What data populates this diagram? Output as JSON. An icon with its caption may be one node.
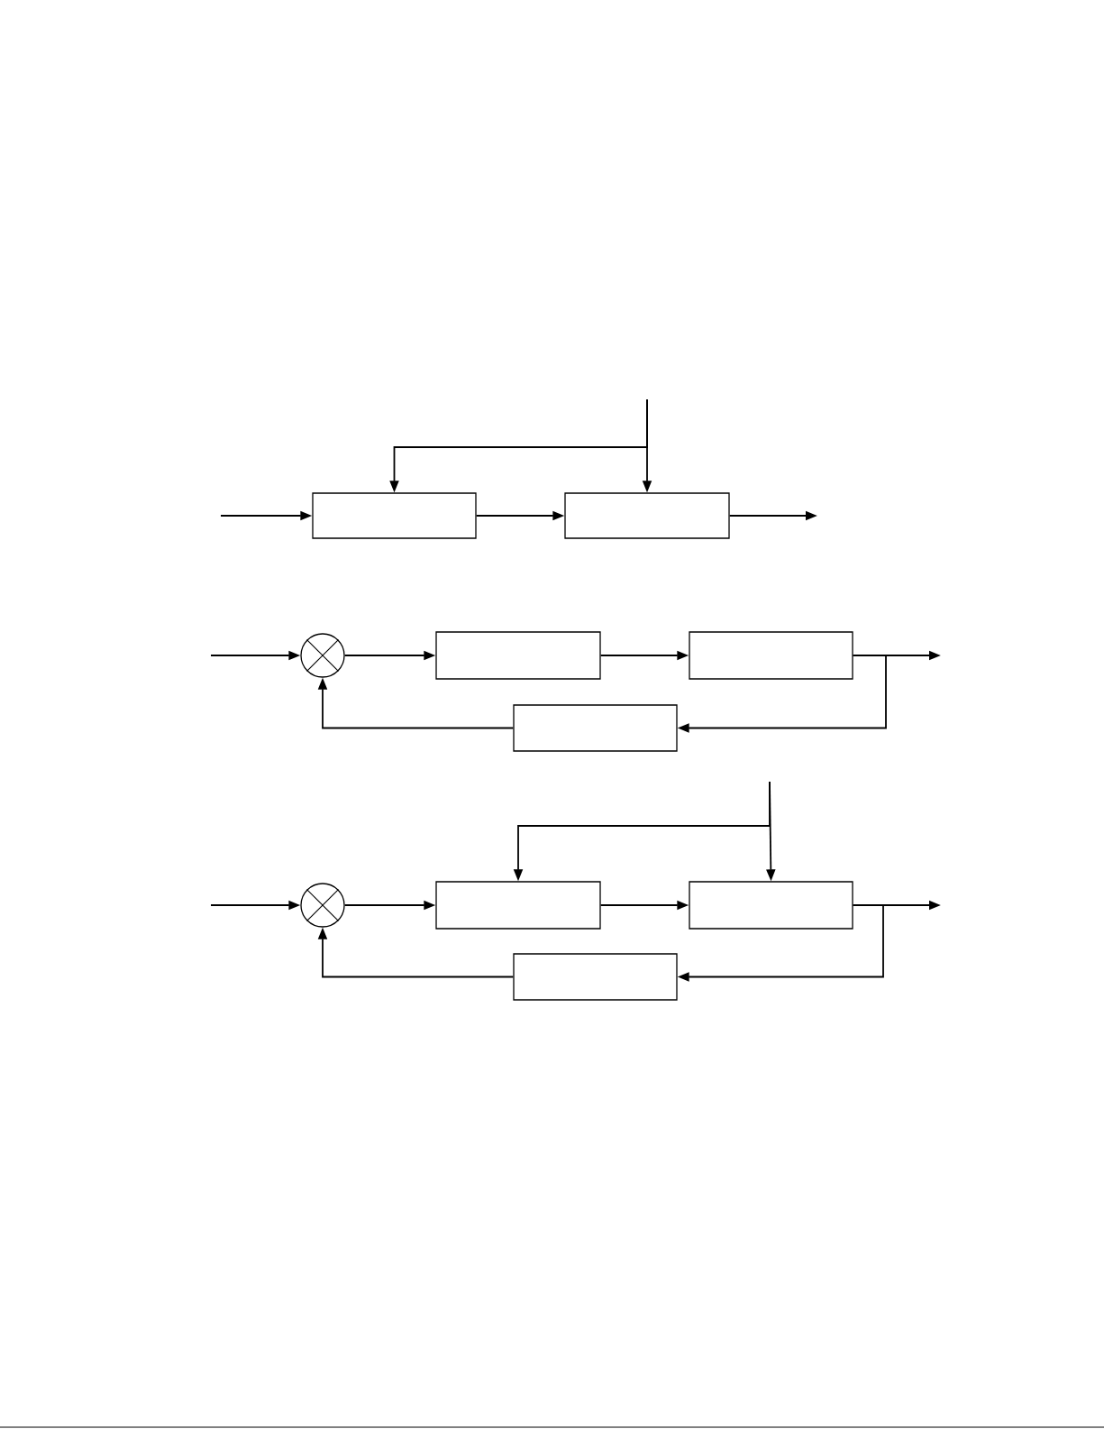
{
  "diagram": {
    "nodes": [
      {
        "text": [],
        "shape": "box"
      },
      {
        "text": [],
        "shape": "box"
      },
      {
        "text": [],
        "shape": "circle"
      },
      {
        "text": [],
        "shape": "box"
      },
      {
        "text": [],
        "shape": "box"
      },
      {
        "text": [],
        "shape": "box"
      },
      {
        "text": [],
        "shape": "circle"
      },
      {
        "text": [],
        "shape": "box"
      },
      {
        "text": [],
        "shape": "box"
      },
      {
        "text": [],
        "shape": "box"
      }
    ],
    "edges": [
      {
        "from": null,
        "to": 0,
        "arrow": "to"
      },
      {
        "from": 0,
        "to": 1,
        "arrow": "to"
      },
      {
        "from": 1,
        "to": null,
        "arrow": "to"
      },
      {
        "from": null,
        "to": 1,
        "arrow": "to"
      },
      {
        "from": null,
        "to": 0,
        "arrow": "to"
      },
      {
        "from": null,
        "to": 2,
        "arrow": "to"
      },
      {
        "from": 2,
        "to": 3,
        "arrow": "to"
      },
      {
        "from": 3,
        "to": 4,
        "arrow": "to"
      },
      {
        "from": 4,
        "to": null,
        "arrow": "to"
      },
      {
        "from": 4,
        "to": 5,
        "arrow": "to"
      },
      {
        "from": 5,
        "to": 2,
        "arrow": "to"
      },
      {
        "from": null,
        "to": 6,
        "arrow": "to"
      },
      {
        "from": 6,
        "to": 7,
        "arrow": "to"
      },
      {
        "from": 7,
        "to": 8,
        "arrow": "to"
      },
      {
        "from": 8,
        "to": null,
        "arrow": "to"
      },
      {
        "from": 8,
        "to": 9,
        "arrow": "to"
      },
      {
        "from": 9,
        "to": 6,
        "arrow": "to"
      },
      {
        "from": null,
        "to": 8,
        "arrow": "to"
      },
      {
        "from": null,
        "to": 7,
        "arrow": "to"
      }
    ]
  }
}
